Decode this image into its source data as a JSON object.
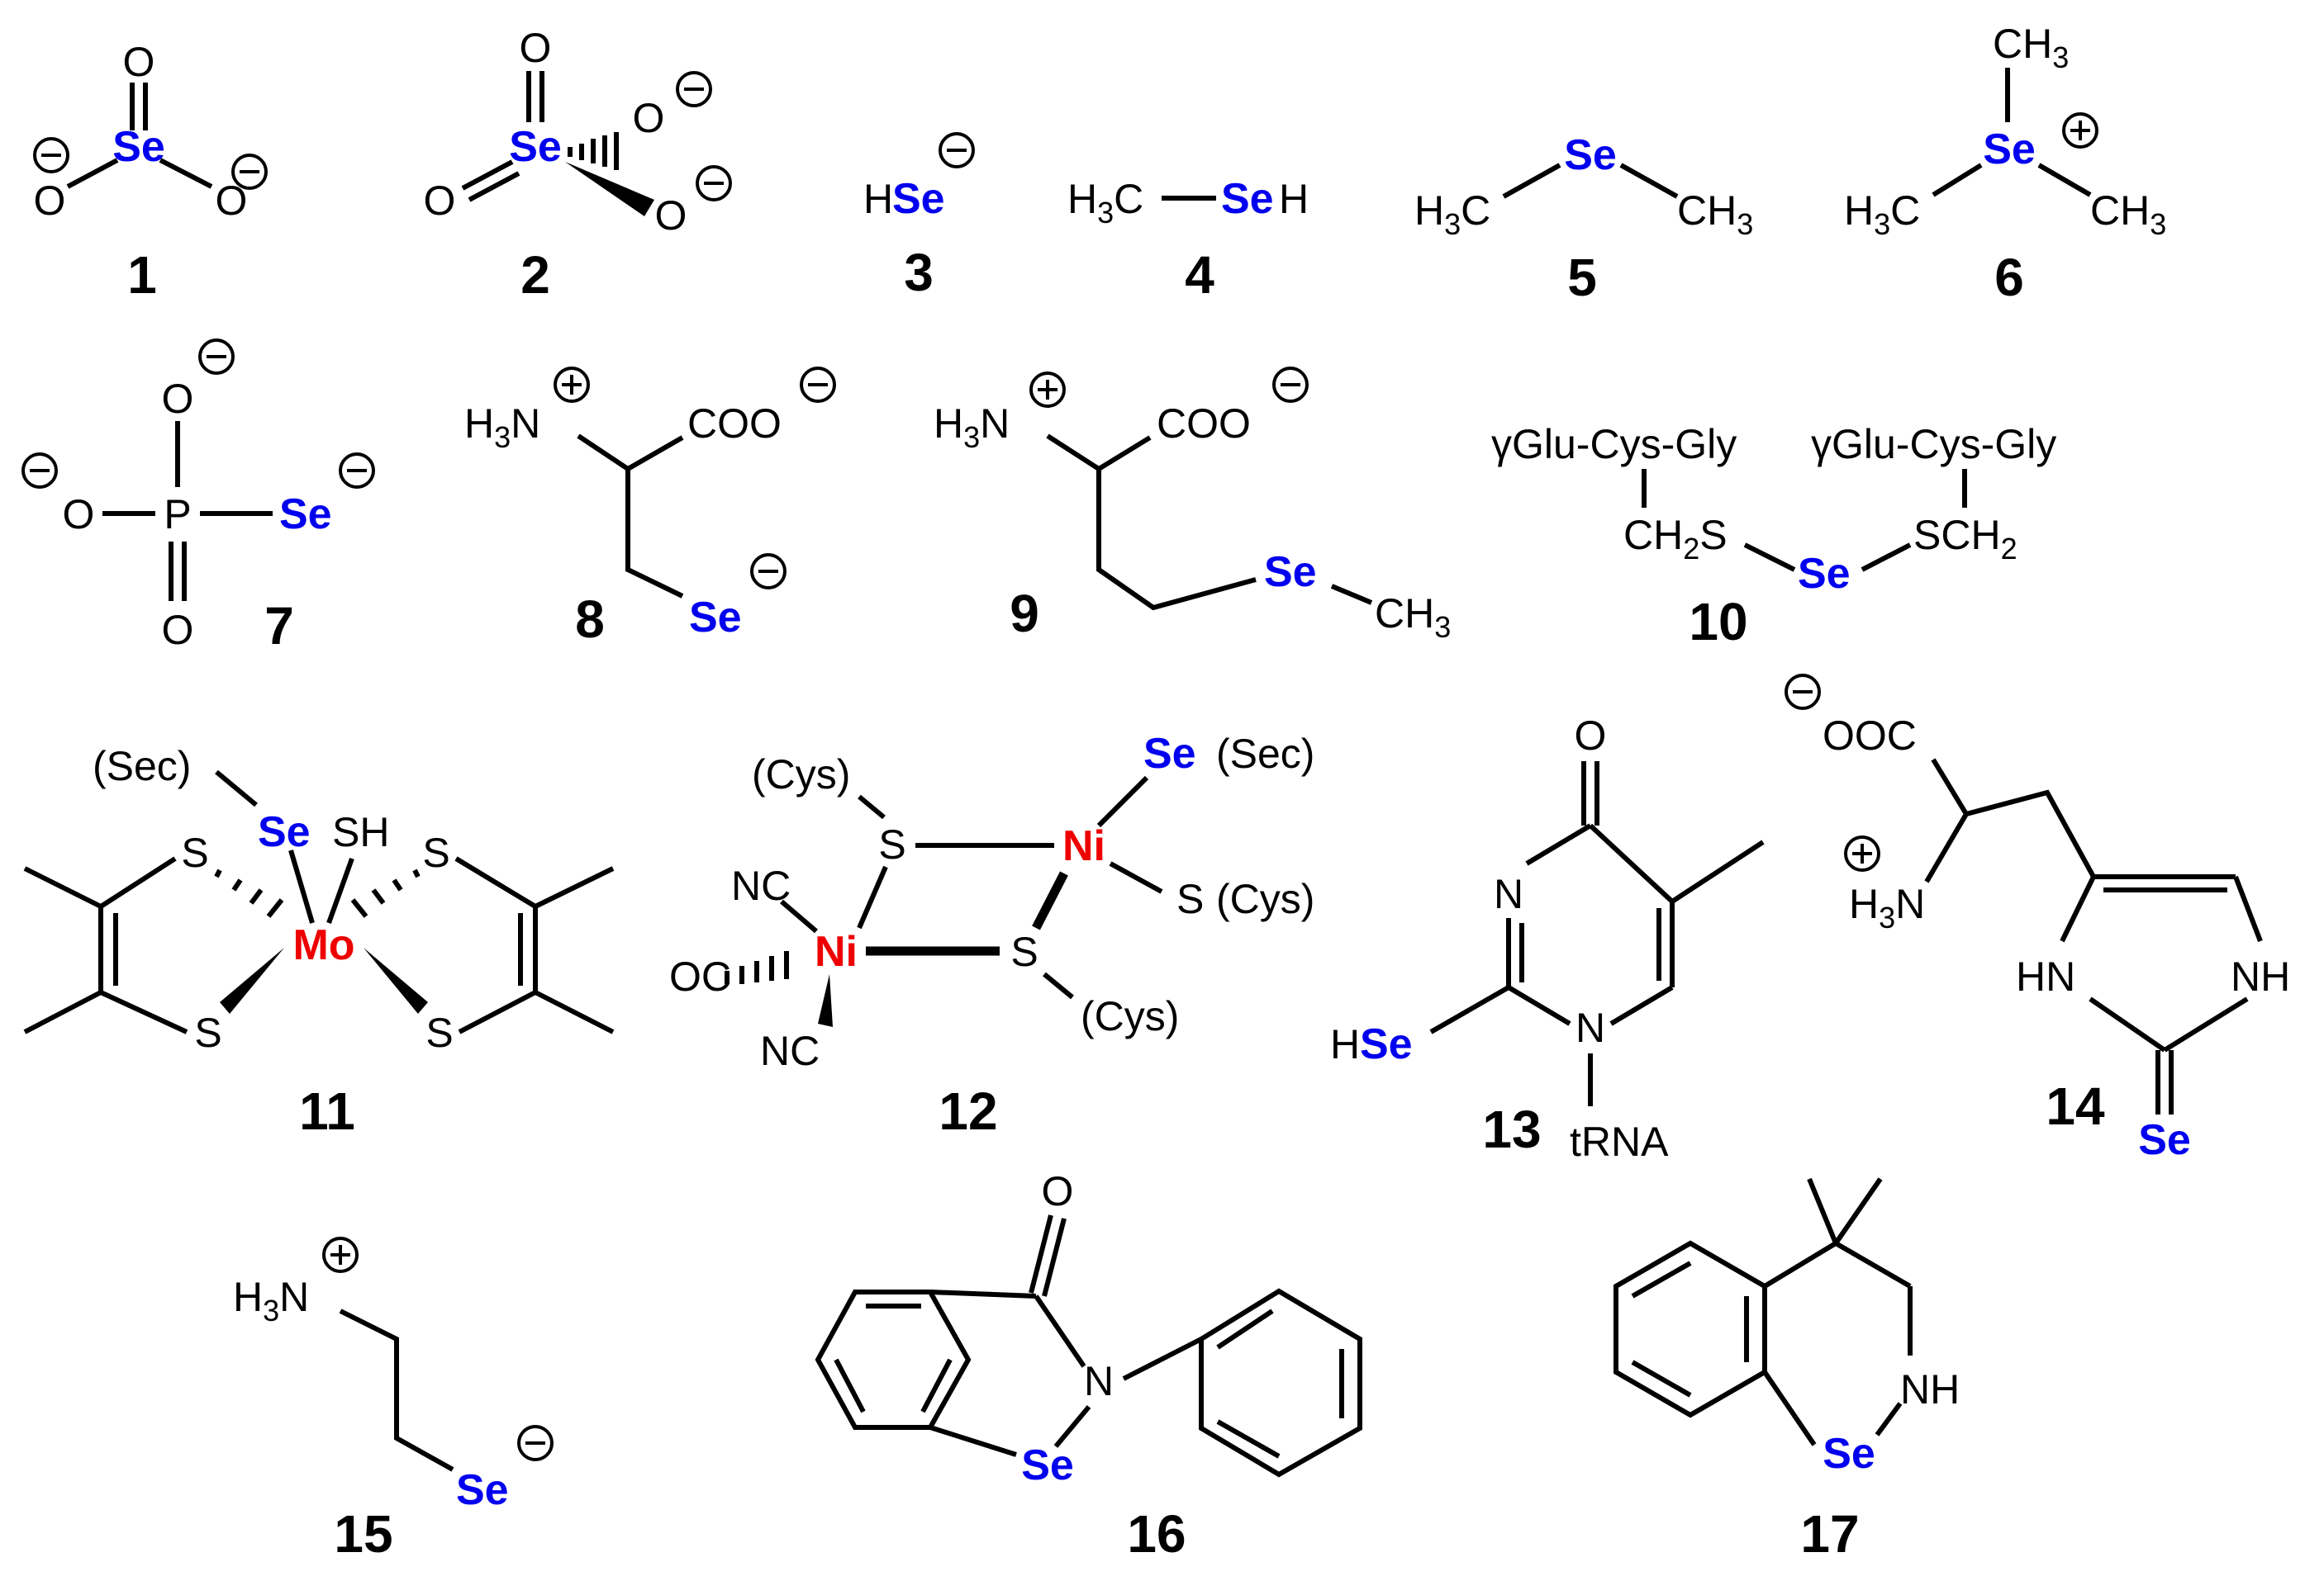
{
  "compounds": [
    {
      "number": "1",
      "atoms": {
        "O": "O",
        "Se": "Se"
      }
    },
    {
      "number": "2",
      "atoms": {
        "O": "O",
        "Se": "Se"
      }
    },
    {
      "number": "3",
      "atoms": {
        "H": "H",
        "Se": "Se"
      }
    },
    {
      "number": "4",
      "atoms": {
        "H3C": "H",
        "C": "C",
        "SeH_Se": "Se",
        "SeH_H": "H"
      }
    },
    {
      "number": "5",
      "atoms": {
        "Se": "Se",
        "H": "H",
        "C": "C"
      }
    },
    {
      "number": "6",
      "atoms": {
        "Se": "Se",
        "H": "H",
        "C": "C"
      }
    },
    {
      "number": "7",
      "atoms": {
        "O": "O",
        "P": "P",
        "Se": "Se"
      }
    },
    {
      "number": "8",
      "atoms": {
        "H": "H",
        "N": "N",
        "COO": "COO",
        "Se": "Se"
      }
    },
    {
      "number": "9",
      "atoms": {
        "H": "H",
        "N": "N",
        "COO": "COO",
        "Se": "Se",
        "C": "C"
      }
    },
    {
      "number": "10",
      "atoms": {
        "peptide": "γGlu-Cys-Gly",
        "CH": "CH",
        "S": "S",
        "Se": "Se",
        "SCH": "SCH"
      }
    },
    {
      "number": "11",
      "atoms": {
        "Sec": "(Sec)",
        "Se": "Se",
        "SH": "SH",
        "S": "S",
        "Mo": "Mo"
      }
    },
    {
      "number": "12",
      "atoms": {
        "Cys": "(Cys)",
        "Sec": "(Sec)",
        "S": "S",
        "Se": "Se",
        "Ni": "Ni",
        "NC": "NC",
        "OC": "OC"
      }
    },
    {
      "number": "13",
      "atoms": {
        "O": "O",
        "N": "N",
        "H": "H",
        "Se": "Se",
        "tRNA": "tRNA"
      }
    },
    {
      "number": "14",
      "atoms": {
        "OOC": "OOC",
        "H": "H",
        "N": "N",
        "HN": "HN",
        "NH": "NH",
        "Se": "Se"
      }
    },
    {
      "number": "15",
      "atoms": {
        "H": "H",
        "N": "N",
        "Se": "Se"
      }
    },
    {
      "number": "16",
      "atoms": {
        "O": "O",
        "N": "N",
        "Se": "Se"
      }
    },
    {
      "number": "17",
      "atoms": {
        "NH": "NH",
        "Se": "Se"
      }
    }
  ],
  "charges": {
    "minus": "⊖",
    "plus": "⊕"
  },
  "subscripts": {
    "two": "2",
    "three": "3"
  },
  "colors": {
    "selenium": "#0000ee",
    "metal": "#ee0000",
    "bond": "#000000"
  }
}
